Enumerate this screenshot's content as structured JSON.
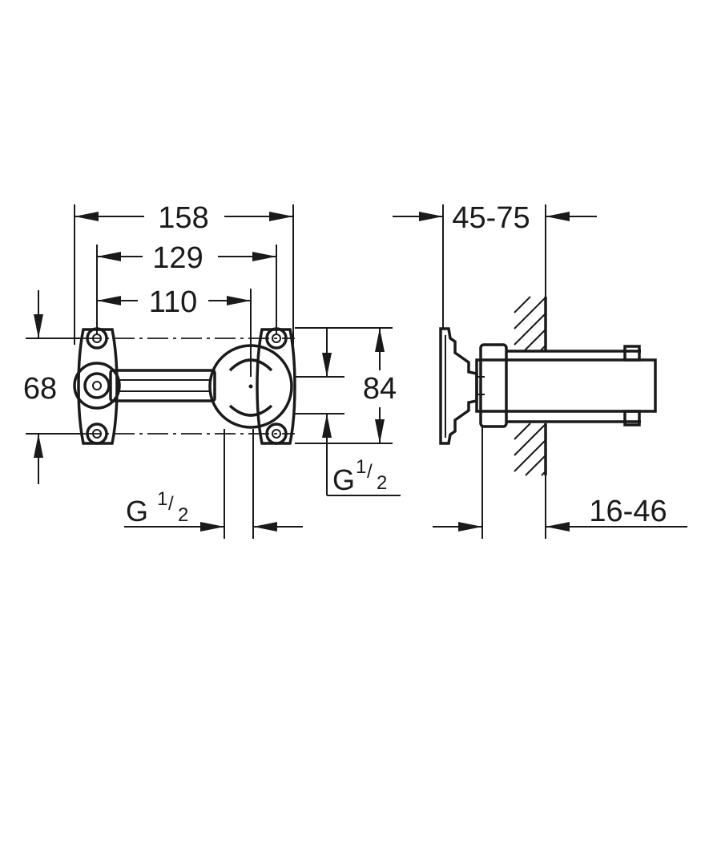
{
  "front_view": {
    "dim_overall_width": "158",
    "dim_flange_spacing": "129",
    "dim_outlet_offset": "110",
    "dim_mount_height": "68",
    "dim_body_height": "84",
    "thread_top": {
      "main": "G",
      "num": "1",
      "den": "2"
    },
    "thread_bottom": {
      "main": "G",
      "num": "1",
      "den": "2"
    }
  },
  "side_view": {
    "dim_install_depth": "45-75",
    "dim_wall_thickness": "16-46"
  }
}
